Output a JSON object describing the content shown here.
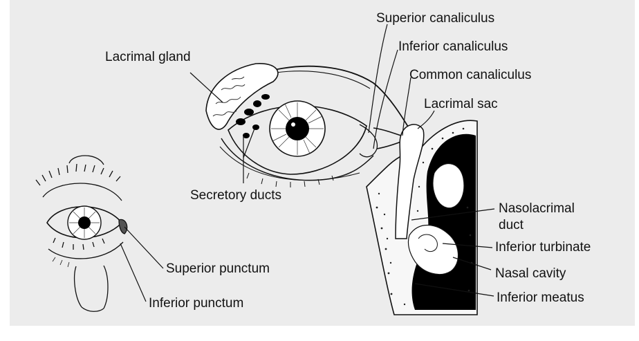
{
  "colors": {
    "background": "#ececec",
    "ink": "#111111",
    "tissue": "#ffffff",
    "cavity": "#000000"
  },
  "labels": {
    "lacrimal_gland": "Lacrimal gland",
    "superior_canaliculus": "Superior canaliculus",
    "inferior_canaliculus": "Inferior canaliculus",
    "common_canaliculus": "Common canaliculus",
    "lacrimal_sac": "Lacrimal sac",
    "secretory_ducts": "Secretory ducts",
    "nasolacrimal_duct_line1": "Nasolacrimal",
    "nasolacrimal_duct_line2": "duct",
    "inferior_turbinate": "Inferior turbinate",
    "nasal_cavity": "Nasal cavity",
    "inferior_meatus": "Inferior meatus",
    "superior_punctum": "Superior punctum",
    "inferior_punctum": "Inferior punctum"
  }
}
